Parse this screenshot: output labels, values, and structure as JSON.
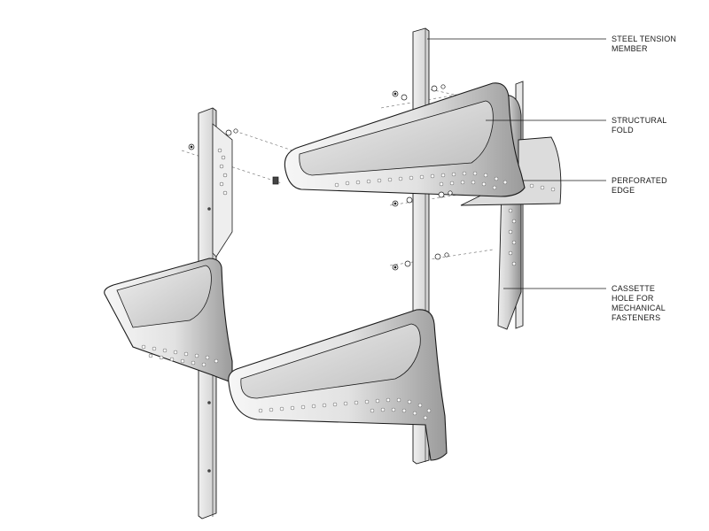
{
  "callouts": [
    {
      "id": "steel-tension-member",
      "lines": [
        "STEEL TENSION",
        "MEMBER"
      ]
    },
    {
      "id": "structural-fold",
      "lines": [
        "STRUCTURAL",
        "FOLD"
      ]
    },
    {
      "id": "perforated-edge",
      "lines": [
        "PERFORATED",
        "EDGE"
      ]
    },
    {
      "id": "cassette-hole",
      "lines": [
        "CASSETTE",
        "HOLE FOR",
        "MECHANICAL",
        "FASTENERS"
      ]
    }
  ],
  "colors": {
    "line": "#1a1a1a",
    "panel_light": "#f4f4f4",
    "panel_mid": "#d9d9d9",
    "panel_dark": "#a8a8a8",
    "member": "#e6e6e6"
  }
}
